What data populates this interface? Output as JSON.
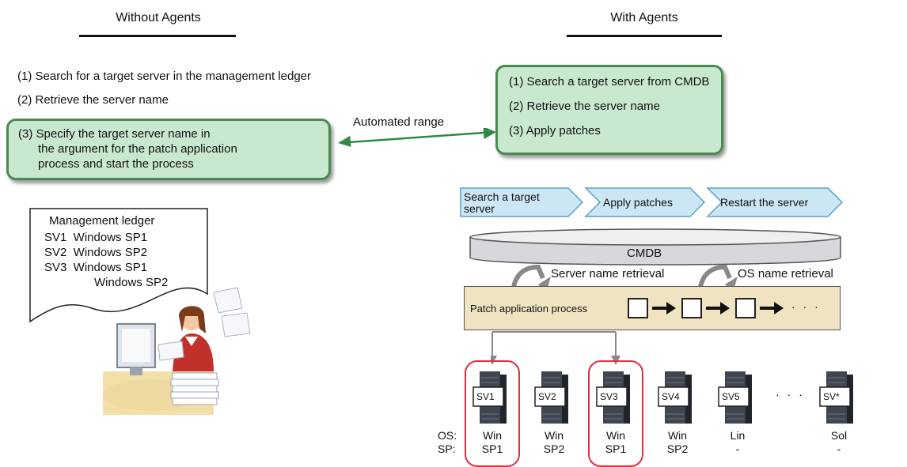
{
  "left": {
    "header": "Without Agents",
    "steps": [
      "(1) Search for a target server in the management ledger",
      "(2) Retrieve the server name"
    ],
    "step3": [
      "(3) Specify the target server name in",
      "the argument for the patch application",
      "process and start the process"
    ],
    "ledger": {
      "title": "Management ledger",
      "rows": [
        "SV1  Windows SP1",
        "SV2  Windows SP2",
        "SV3  Windows SP1",
        "Windows SP2"
      ]
    }
  },
  "right": {
    "header": "With Agents",
    "steps": [
      "(1) Search a target server from CMDB",
      "(2) Retrieve the server name",
      "(3) Apply patches"
    ],
    "flow": [
      [
        "Search a target",
        "server"
      ],
      "Apply patches",
      "Restart the server"
    ],
    "cmdb": "CMDB",
    "retrieval": [
      "Server name retrieval",
      "OS name retrieval"
    ],
    "process_label": "Patch application process",
    "ellipsis": "· · ·",
    "os_prefix": "OS:",
    "sp_prefix": "SP:",
    "servers": [
      {
        "id": "SV1",
        "os": "Win",
        "sp": "SP1",
        "highlight": true
      },
      {
        "id": "SV2",
        "os": "Win",
        "sp": "SP2",
        "highlight": false
      },
      {
        "id": "SV3",
        "os": "Win",
        "sp": "SP1",
        "highlight": true
      },
      {
        "id": "SV4",
        "os": "Win",
        "sp": "SP2",
        "highlight": false
      },
      {
        "id": "SV5",
        "os": "Lin",
        "sp": "-",
        "highlight": false
      },
      {
        "id": "SV*",
        "os": "Sol",
        "sp": "-",
        "highlight": false
      }
    ],
    "server_ellipsis": "· · ·"
  },
  "middle": {
    "automated": "Automated range"
  },
  "colors": {
    "green_fill": "#c9e9cf",
    "green_border": "#4a8a4e",
    "chevron_fill": "#cce6f4",
    "chevron_border": "#5aa0cc",
    "process_fill": "#efe3c1",
    "highlight": "#e03040"
  }
}
